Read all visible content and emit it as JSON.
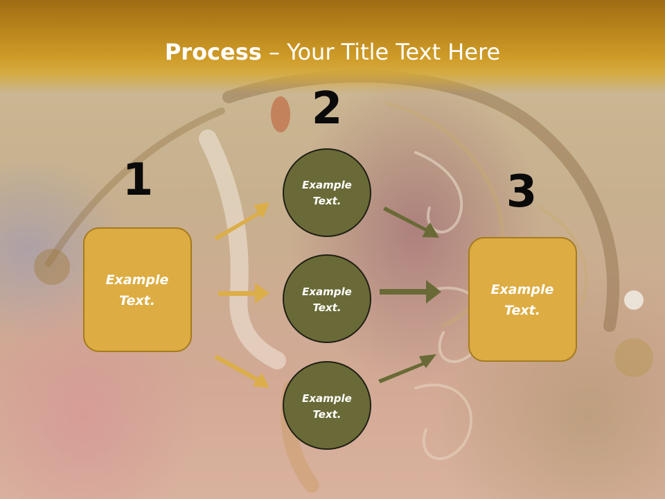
{
  "title": {
    "bold": "Process",
    "rest": " – Your Title Text Here"
  },
  "steps": [
    {
      "number": "1",
      "box_text": [
        "Example",
        "Text."
      ]
    },
    {
      "number": "2",
      "circles": [
        {
          "text": [
            "Example",
            "Text."
          ]
        },
        {
          "text": [
            "Example",
            "Text."
          ]
        },
        {
          "text": [
            "Example",
            "Text."
          ]
        }
      ]
    },
    {
      "number": "3",
      "box_text": [
        "Example",
        "Text."
      ]
    }
  ],
  "colors": {
    "header": "#c48f22",
    "box_fill": "#ddac42",
    "box_border": "#a57b1e",
    "circle_fill": "#6a6a38",
    "circle_border": "#1e1e14",
    "arrow_gold": "#dcae4a",
    "arrow_olive": "#696a36",
    "number_color": "#0a0a0a"
  }
}
